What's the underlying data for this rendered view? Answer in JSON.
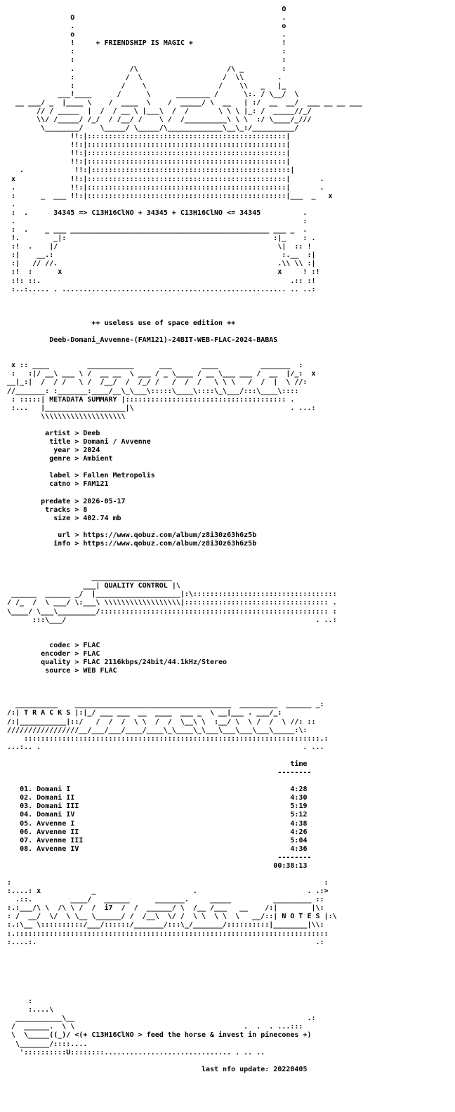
{
  "nfo": {
    "lines": [
      "                                                                 O",
      "               O                                                 .",
      "               .                                                 o",
      "               o                                                 .",
      "               !     + FRIENDSHIP IS MAGIC +                     !",
      "               :                                                 :",
      "               :                                                 :",
      "               .             /\\                     /\\ _         :",
      "               :            /  \\                   /  \\\\        .",
      "               :           /    \\                 /    \\\\   _   |_",
      "            ___!____      /      \\      ________ /      \\:. / \\__/  \\",
      "  __ ___/ _  |____ \\    /  ____  \\    /  _____/ \\  __   | :/  __  __/  ___ __ __ ___",
      "       // / _____  |  /  / __ \\ |___\\  /  /       \\ \\ \\ |_: /  _____//_/",
      "       \\\\/ /_____/ /_/  / /__/ /    \\ /  /__________\\ \\ \\  :/ \\____/_///",
      "        \\________/    \\_____/ \\_____/\\_____________\\__\\_:/__________/",
      "               !!:|:::::::::::::::::::::::::::::::::::::::::::::::|",
      "               !!:|:::::::::::::::::::::::::::::::::::::::::::::::|",
      "               !!:|:::::::::::::::::::::::::::::::::::::::::::::::|",
      "               !!:|:::::::::::::::::::::::::::::::::::::::::::::::|",
      "   .            !!:|:::::::::::::::::::::::::::::::::::::::::::::::|",
      " x             !!:|:::::::::::::::::::::::::::::::::::::::::::::::|       .",
      " .             !!:|:::::::::::::::::::::::::::::::::::::::::::::::|       .",
      " :      _  ___ !!:|:::::::::::::::::::::::::::::::::::::::::::::::|___  _   x",
      " .",
      " :  .      34345 => C13H16ClNO + 34345 + C13H16ClNO <= 34345          .",
      " .                                                                    :",
      " :  .    _ ___ _______________________________________________ ___ _  .",
      " !.        _|:                                                 :|_    : .",
      " :!  .    |/                                                    \\|  :: !",
      " :|    __.:                                                      :.__  :|",
      " :|   // //.                                                    .\\\\ \\\\ :|",
      " :!  :      x                                                   x     ! :!",
      " :!: ::.                                                           .:: :!",
      " :..:..... . ..................................................... .. ..:"
    ],
    "tagline": "++ useless use of space edition ++",
    "release": "Deeb-Domani_Avvenne-(FAM121)-24BIT-WEB-FLAC-2024-BABAS",
    "metadata_header": "METADATA SUMMARY",
    "metadata": [
      {
        "key": "artist",
        "value": "Deeb"
      },
      {
        "key": "title",
        "value": "Domani / Avvenne"
      },
      {
        "key": "year",
        "value": "2024"
      },
      {
        "key": "genre",
        "value": "Ambient"
      },
      {
        "key": "",
        "value": ""
      },
      {
        "key": "label",
        "value": "Fallen Metropolis"
      },
      {
        "key": "catno",
        "value": "FAM121"
      },
      {
        "key": "",
        "value": ""
      },
      {
        "key": "predate",
        "value": "2026-05-17"
      },
      {
        "key": "tracks",
        "value": "8"
      },
      {
        "key": "size",
        "value": "402.74 mb"
      },
      {
        "key": "",
        "value": ""
      },
      {
        "key": "url",
        "value": "https://www.qobuz.com/album/z8i30z63h6z5b"
      },
      {
        "key": "info",
        "value": "https://www.qobuz.com/album/z8i30z63h6z5b"
      }
    ],
    "quality_header": "QUALITY CONTROL",
    "quality": [
      {
        "key": "codec",
        "value": "FLAC"
      },
      {
        "key": "encoder",
        "value": "FLAC"
      },
      {
        "key": "quality",
        "value": "FLAC 2116kbps/24bit/44.1kHz/Stereo"
      },
      {
        "key": "source",
        "value": "WEB FLAC"
      }
    ],
    "tracks_header": "T R A C K S",
    "time_header": "time",
    "tracks": [
      {
        "num": "01.",
        "title": "Domani I",
        "time": "4:28"
      },
      {
        "num": "02.",
        "title": "Domani II",
        "time": "4:30"
      },
      {
        "num": "03.",
        "title": "Domani III",
        "time": "5:19"
      },
      {
        "num": "04.",
        "title": "Domani IV",
        "time": "5:12"
      },
      {
        "num": "05.",
        "title": "Avvenne I",
        "time": "4:38"
      },
      {
        "num": "06.",
        "title": "Avvenne II",
        "time": "4:26"
      },
      {
        "num": "07.",
        "title": "Avvenne III",
        "time": "5:04"
      },
      {
        "num": "08.",
        "title": "Avvenne IV",
        "time": "4:36"
      }
    ],
    "total_time": "00:38:13",
    "notes_header": "N O T E S",
    "footer_message": "<(+ C13H16ClNO > feed the horse & invest in pinecones +)",
    "last_update": "last nfo update: 20220405"
  }
}
